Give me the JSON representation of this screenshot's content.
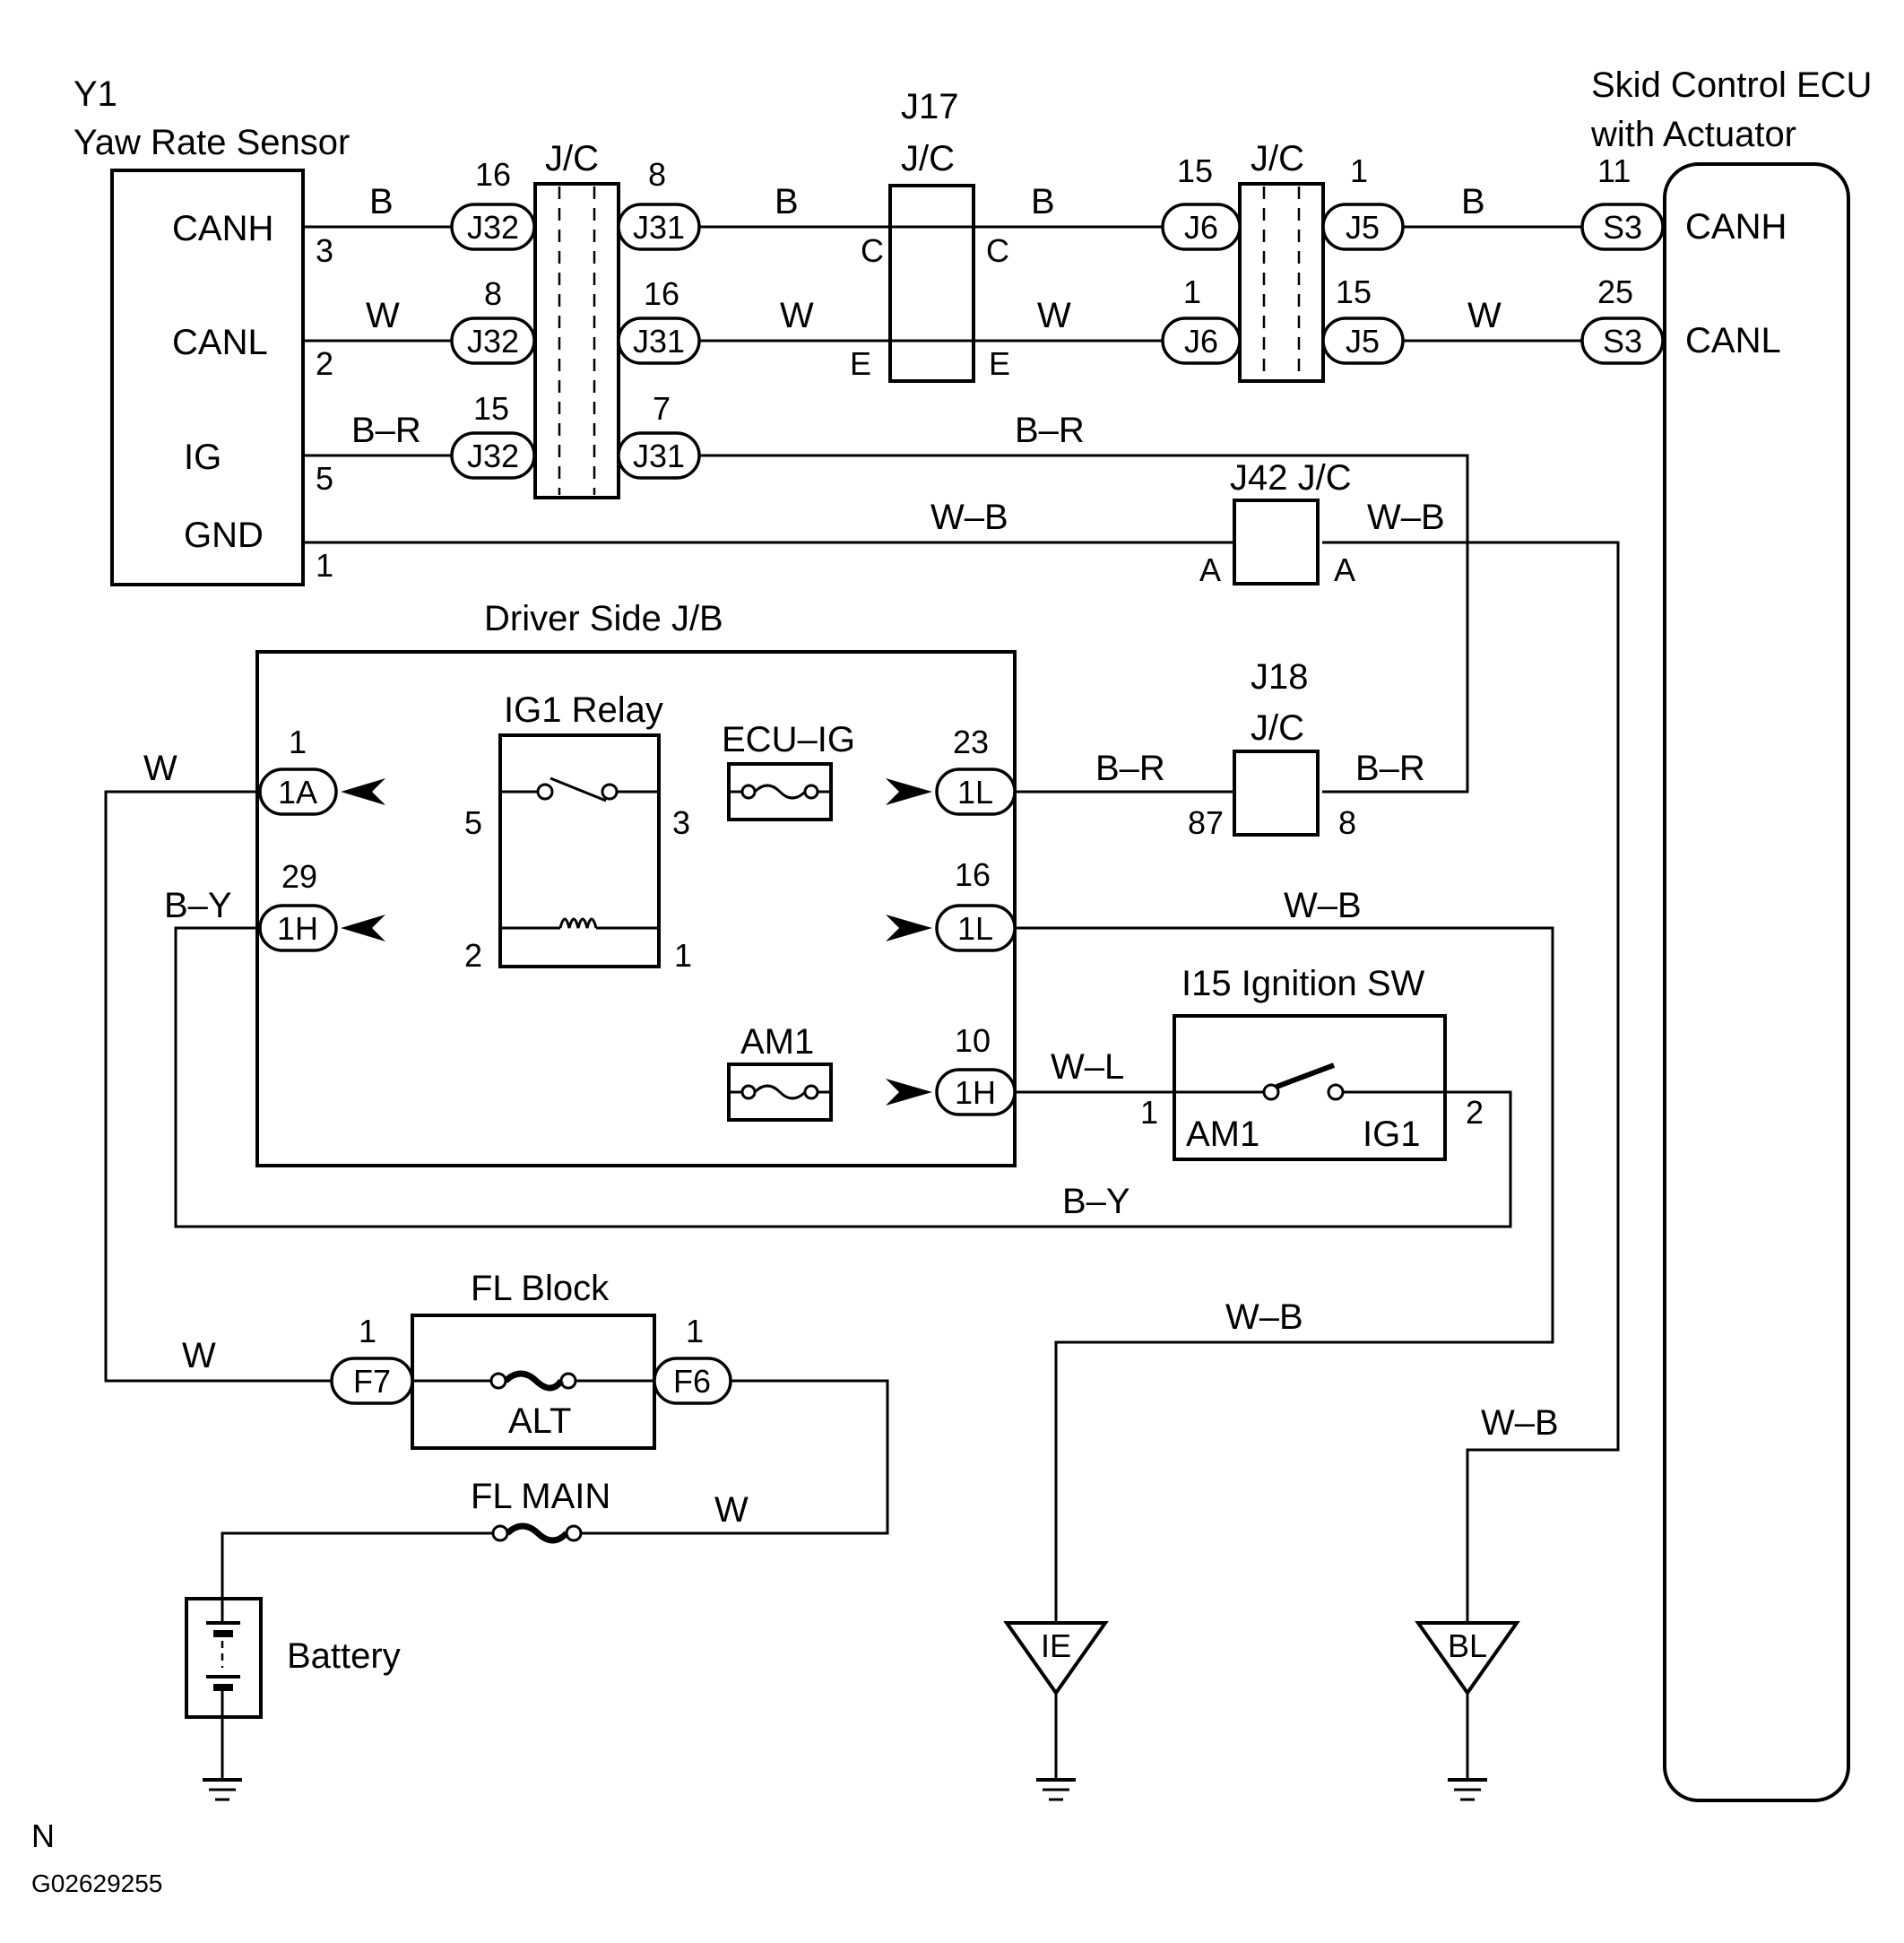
{
  "components": {
    "yaw_id": "Y1",
    "yaw_name": "Yaw Rate Sensor",
    "yaw_canh": "CANH",
    "yaw_canl": "CANL",
    "yaw_ig": "IG",
    "yaw_gnd": "GND",
    "skid_name_1": "Skid Control ECU",
    "skid_name_2": "with Actuator",
    "skid_canh": "CANH",
    "skid_canl": "CANL",
    "jc": "J/C",
    "j17": "J17",
    "j42": "J42 J/C",
    "j18": "J18",
    "driver_jb": "Driver Side J/B",
    "ig1_relay": "IG1 Relay",
    "ecu_ig": "ECU–IG",
    "am1_fuse": "AM1",
    "ignition_sw": "I15 Ignition SW",
    "sw_am1": "AM1",
    "sw_ig1": "IG1",
    "fl_block": "FL Block",
    "alt": "ALT",
    "fl_main": "FL MAIN",
    "battery": "Battery",
    "ground_ie": "IE",
    "ground_bl": "BL"
  },
  "connectors": {
    "j32": "J32",
    "j31": "J31",
    "j6": "J6",
    "j5": "J5",
    "s3": "S3",
    "c1a": "1A",
    "c1l": "1L",
    "c1h": "1H",
    "f7": "F7",
    "f6": "F6"
  },
  "wires": {
    "b": "B",
    "w": "W",
    "br": "B–R",
    "wb": "W–B",
    "by": "B–Y",
    "wl": "W–L"
  },
  "pins": {
    "yaw_canh": "3",
    "yaw_canl": "2",
    "yaw_ig": "5",
    "yaw_gnd": "1",
    "j32_canh": "16",
    "j32_canl": "8",
    "j32_ig": "15",
    "j31_canh": "8",
    "j31_canl": "16",
    "j31_ig": "7",
    "j17_c_in": "C",
    "j17_c_out": "C",
    "j17_e_in": "E",
    "j17_e_out": "E",
    "j6_canh": "15",
    "j6_canl": "1",
    "j5_canh": "1",
    "j5_canl": "15",
    "s3_canh": "11",
    "s3_canl": "25",
    "j42_a_in": "A",
    "j42_a_out": "A",
    "c1a": "1",
    "c1l_top": "23",
    "c1h_mid": "29",
    "c1l_mid": "16",
    "c1h_bot": "10",
    "relay_5": "5",
    "relay_3": "3",
    "relay_2": "2",
    "relay_1": "1",
    "j18_87": "87",
    "j18_8": "8",
    "sw_1": "1",
    "sw_2": "2",
    "f7": "1",
    "f6": "1"
  },
  "footer": {
    "note": "N",
    "figure_id": "G02629255"
  }
}
